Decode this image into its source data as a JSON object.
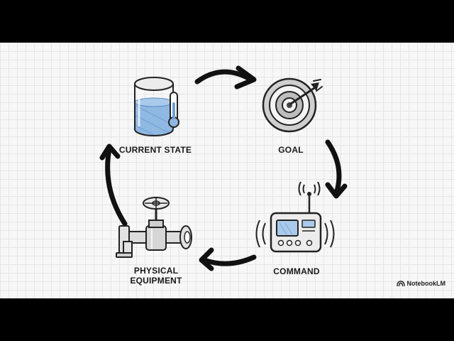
{
  "steps": {
    "current_state": {
      "label": "CURRENT STATE",
      "icon": "tank-thermometer-icon"
    },
    "goal": {
      "label": "GOAL",
      "icon": "target-icon"
    },
    "command": {
      "label": "COMMAND",
      "icon": "radio-transmitter-icon"
    },
    "physical_equipment": {
      "label_line1": "PHYSICAL",
      "label_line2": "EQUIPMENT",
      "icon": "pipe-valve-icon"
    }
  },
  "brand": {
    "text": "NotebookLM",
    "icon": "notebooklm-logo-icon"
  },
  "colors": {
    "water": "#8fb8e3",
    "ink": "#111111",
    "background": "#f7f7f7"
  }
}
